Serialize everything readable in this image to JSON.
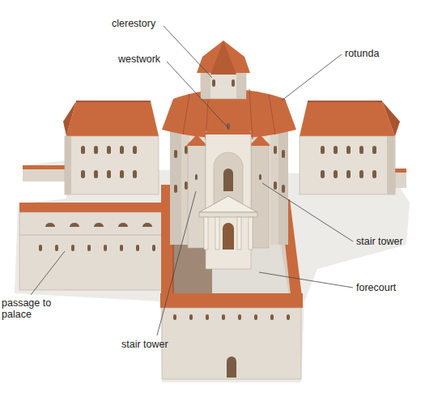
{
  "diagram": {
    "labels": [
      "clerestory",
      "westwork",
      "rotunda",
      "stair tower",
      "forecourt",
      "passage to palace",
      "stair tower"
    ]
  }
}
